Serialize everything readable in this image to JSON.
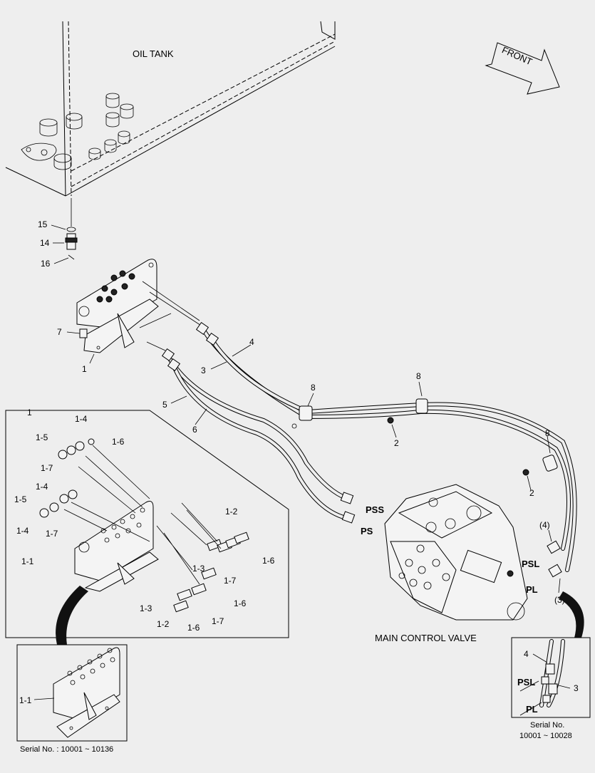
{
  "labels": {
    "oil_tank": "OIL TANK",
    "front": "FRONT",
    "main_control_valve": "MAIN CONTROL VALVE",
    "serial_left": "Serial No. : 10001 ~ 10136",
    "serial_right_line1": "Serial No.",
    "serial_right_line2": "10001 ~ 10028",
    "port_pss": "PSS",
    "port_ps": "PS",
    "port_psl": "PSL",
    "port_pl": "PL",
    "inset_port_psl": "PSL",
    "inset_port_pl": "PL"
  },
  "callouts": {
    "c15": "15",
    "c14": "14",
    "c16": "16",
    "c7": "7",
    "c1": "1",
    "c3": "3",
    "c4": "4",
    "c5": "5",
    "c6": "6",
    "c8a": "8",
    "c8b": "8",
    "c8c": "8",
    "c2a": "2",
    "c2b": "2",
    "c4p": "(4)",
    "c3p": "(3)",
    "box_title": "1",
    "b_14a": "1-4",
    "b_15a": "1-5",
    "b_16a": "1-6",
    "b_17a": "1-7",
    "b_14b": "1-4",
    "b_15b": "1-5",
    "b_14c": "1-4",
    "b_17b": "1-7",
    "b_11": "1-1",
    "b_12a": "1-2",
    "b_16b": "1-6",
    "b_13a": "1-3",
    "b_17c": "1-7",
    "b_16c": "1-6",
    "b_13b": "1-3",
    "b_12b": "1-2",
    "b_16d": "1-6",
    "b_17d": "1-7",
    "inset_11": "1-1",
    "inset_r4": "4",
    "inset_r3": "3"
  }
}
